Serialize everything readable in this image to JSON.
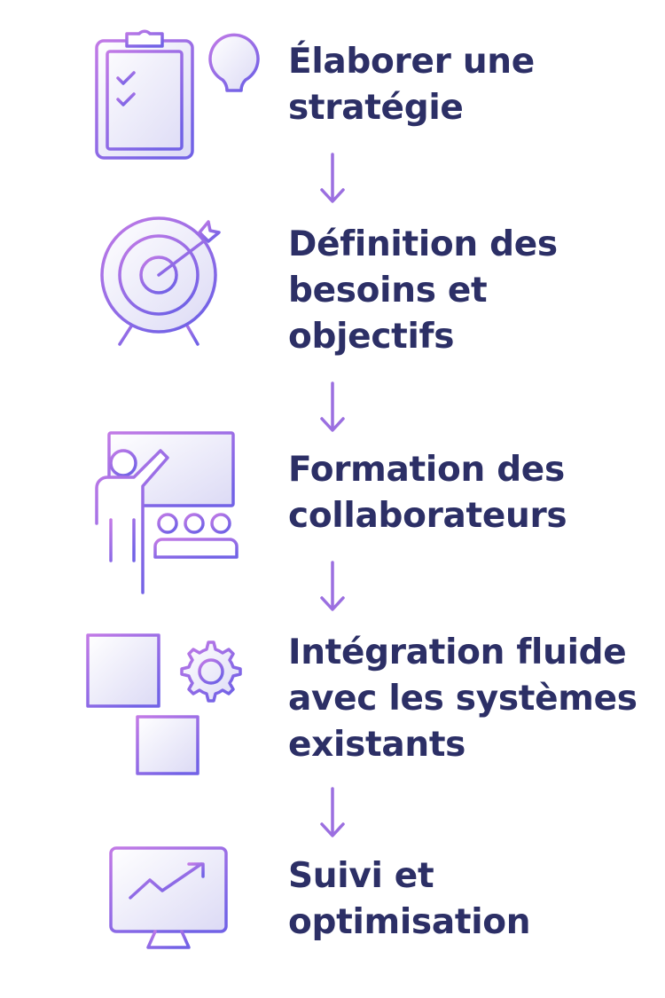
{
  "colors": {
    "text": "#2c2f66",
    "accent_light": "#c27ae6",
    "accent_dark": "#7262e6",
    "arrow": "#9b6fe0",
    "fill_start": "#ffffff",
    "fill_end": "#dcdaf5"
  },
  "steps": [
    {
      "icon": "clipboard-lightbulb-icon",
      "lines": [
        "Élaborer une",
        "stratégie"
      ]
    },
    {
      "icon": "target-arrow-icon",
      "lines": [
        "Définition des",
        "besoins et",
        "objectifs"
      ]
    },
    {
      "icon": "presentation-training-icon",
      "lines": [
        "Formation des",
        "collaborateurs"
      ]
    },
    {
      "icon": "grid-gear-integration-icon",
      "lines": [
        "Intégration fluide",
        "avec les systèmes",
        "existants"
      ]
    },
    {
      "icon": "monitor-chart-icon",
      "lines": [
        "Suivi et",
        "optimisation"
      ]
    }
  ]
}
